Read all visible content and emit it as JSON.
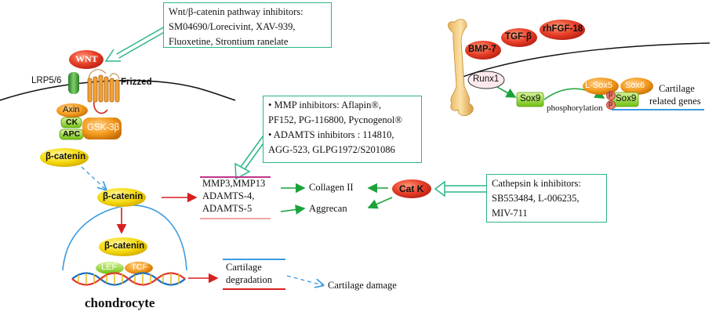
{
  "wnt_inhibitors": {
    "title": "Wnt/β-catenin pathway inhibitors:",
    "line1": "SM04690/Lorecivint, XAV-939,",
    "line2": "Fluoxetine, Strontium ranelate"
  },
  "mmp_inhibitors": {
    "line1": "• MMP inhibitors: Aflapin®,",
    "line2": "PF152, PG-116800, Pycnogenol®",
    "line3": "• ADAMTS inhibitors : 114810,",
    "line4": "AGG-523, GLPG1972/S201086"
  },
  "cathepsin_inhibitors": {
    "line1": "Cathepsin k inhibitors:",
    "line2": "SB553484, L-006235,",
    "line3": "MIV-711"
  },
  "membrane": {
    "wnt": "WNT",
    "lrp": "LRP5/6",
    "frizzled": "Frizzed",
    "axin": "Axin",
    "ck": "CK",
    "apc": "APC",
    "gsk": "GSK-3β",
    "beta_catenin_top": "β-catenin"
  },
  "nucleus": {
    "beta_catenin_mid": "β-catenin",
    "beta_catenin_nuc": "β-catenin",
    "lef": "LEF",
    "tcf": "TCF",
    "chondrocyte": "chondrocyte"
  },
  "enzymes": {
    "line1": "MMP3,MMP13",
    "line2": "ADAMTS-4,",
    "line3": "ADAMTS-5"
  },
  "targets": {
    "collagen": "Collagen II",
    "aggrecan": "Aggrecan",
    "catk": "Cat K"
  },
  "degradation": {
    "line1": "Cartilage",
    "line2": "degradation",
    "damage": "Cartilage damage"
  },
  "bone_signaling": {
    "bmp7": "BMP-7",
    "tgfb": "TGF-β",
    "rhfgf": "rhFGF-18",
    "runx1": "Runx1",
    "sox9": "Sox9",
    "phosphorylation": "phosphorylation",
    "lsox5": "L-Sox5",
    "sox6": "Sox6",
    "p": "p",
    "sox9_complex": "Sox9",
    "cartilage_genes_1": "Cartilage",
    "cartilage_genes_2": "related genes"
  },
  "colors": {
    "box_border": "#2bb58a",
    "red_oval": "#e8402a",
    "yellow_oval": "#f5d90a",
    "green_gene": "#8ed61f",
    "inhibit_arrow": "#2bb58a",
    "activation_arrow": "#1aa33a",
    "red_arrow": "#d81f1f",
    "dashed_arrow": "#3a9be0"
  }
}
